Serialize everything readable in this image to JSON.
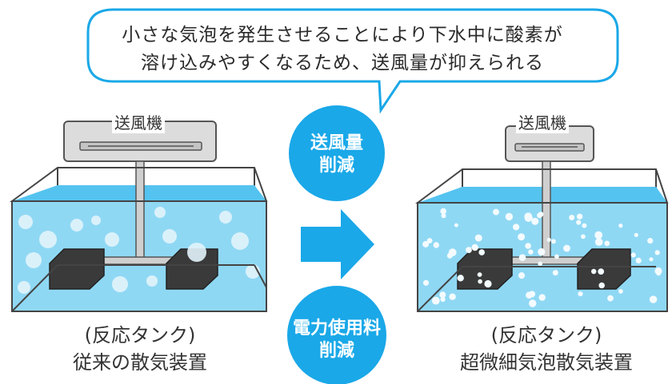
{
  "callout": {
    "line1": "小さな気泡を発生させることにより下水中に酸素が",
    "line2": "溶け込みやすくなるため、送風量が抑えられる"
  },
  "left": {
    "blower_label": "送風機",
    "caption_line1": "(反応タンク)",
    "caption_line2": "従来の散気装置"
  },
  "right": {
    "blower_label": "送風機",
    "caption_line1": "(反応タンク)",
    "caption_line2": "超微細気泡散気装置"
  },
  "benefits": {
    "top_line1": "送風量",
    "top_line2": "削減",
    "bottom_line1": "電力使用料",
    "bottom_line2": "削減"
  },
  "colors": {
    "accent": "#1aa8e8",
    "water": "#8fd8f4",
    "water_surface": "#55c3ef",
    "diffuser": "#333333",
    "blower": "#dcdcdc"
  },
  "icons": {
    "arrow": "right-arrow-icon"
  }
}
